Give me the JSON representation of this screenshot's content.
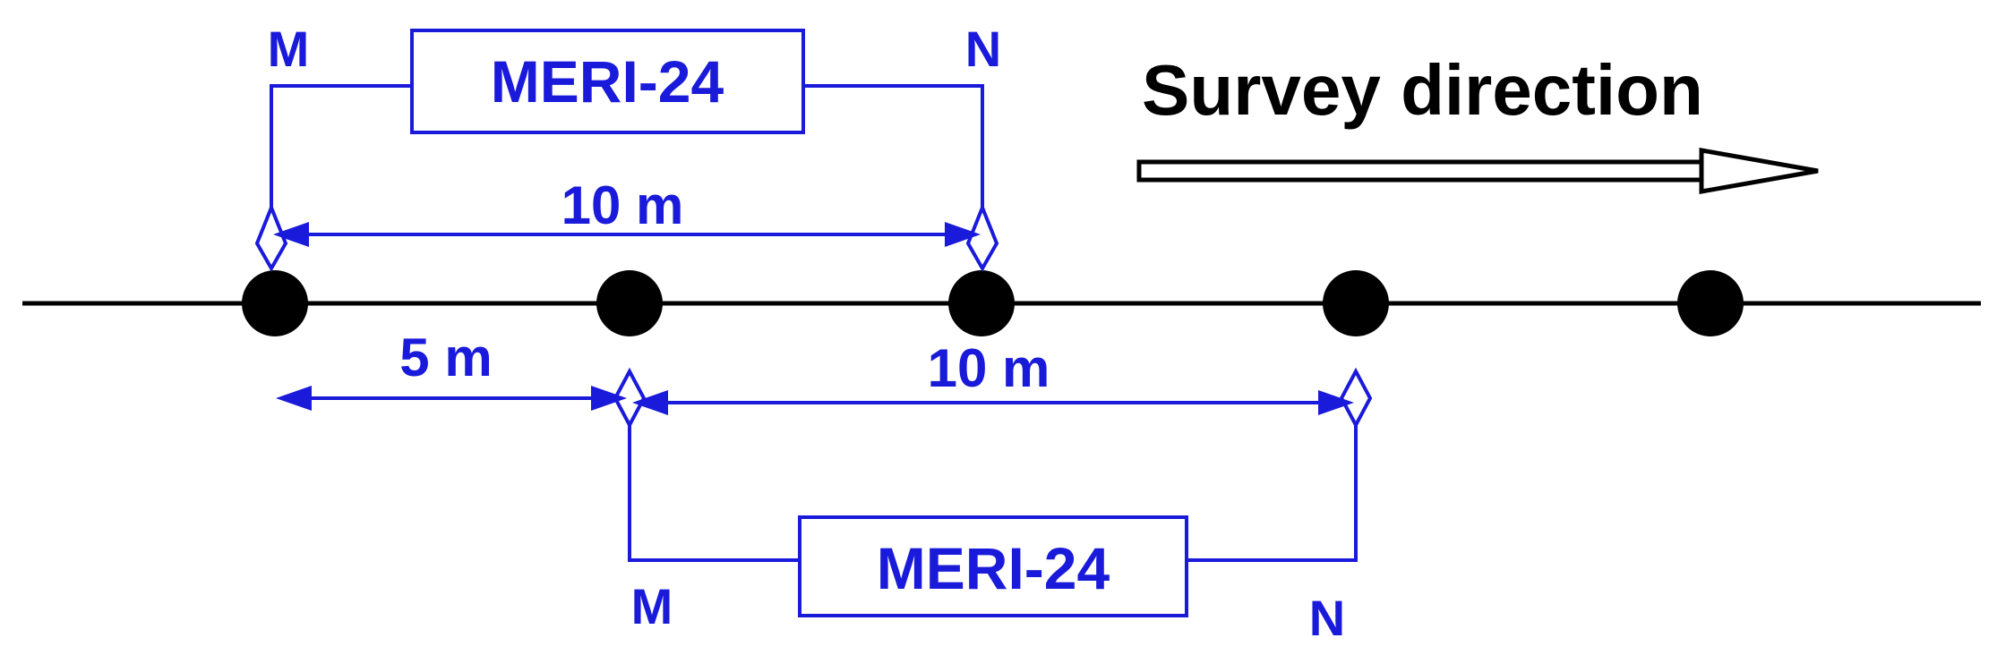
{
  "colors": {
    "config": "#1a1adb",
    "line": "#000000",
    "background": "#ffffff"
  },
  "survey": {
    "label": "Survey direction"
  },
  "top_config": {
    "electrode_left": "M",
    "electrode_right": "N",
    "instrument": "MERI-24",
    "spacing_label": "10 m"
  },
  "bottom_config": {
    "electrode_left": "M",
    "electrode_right": "N",
    "instrument": "MERI-24",
    "spacing_label": "10 m",
    "shift_label": "5 m"
  },
  "stations": {
    "count": 5
  }
}
